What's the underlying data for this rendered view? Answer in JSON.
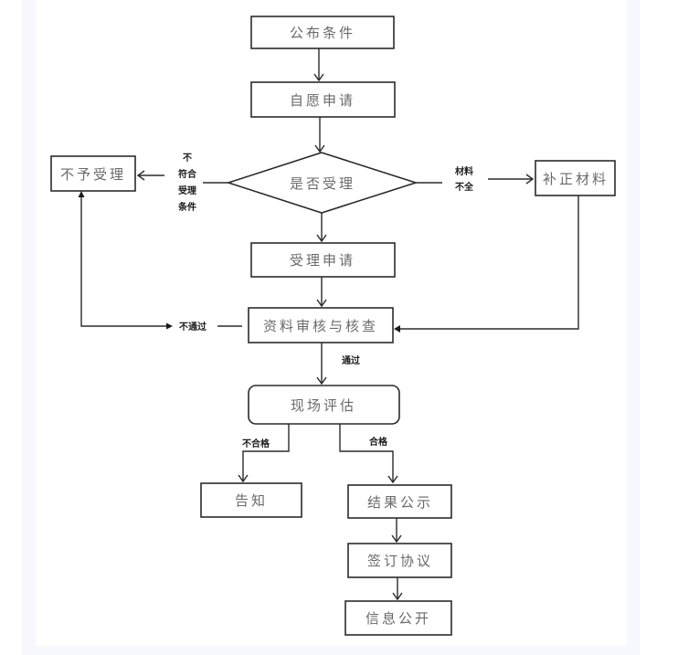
{
  "flowchart": {
    "nodes": [
      {
        "id": "publish",
        "label": "公布条件",
        "shape": "rect"
      },
      {
        "id": "apply",
        "label": "自愿申请",
        "shape": "rect"
      },
      {
        "id": "decide",
        "label": "是否受理",
        "shape": "diamond"
      },
      {
        "id": "reject",
        "label": "不予受理",
        "shape": "rect"
      },
      {
        "id": "supplement",
        "label": "补正材料",
        "shape": "rect"
      },
      {
        "id": "accept",
        "label": "受理申请",
        "shape": "rect"
      },
      {
        "id": "review",
        "label": "资料审核与核查",
        "shape": "rect"
      },
      {
        "id": "assess",
        "label": "现场评估",
        "shape": "rounded-rect"
      },
      {
        "id": "notify",
        "label": "告知",
        "shape": "rect"
      },
      {
        "id": "publicize",
        "label": "结果公示",
        "shape": "rect"
      },
      {
        "id": "sign",
        "label": "签订协议",
        "shape": "rect"
      },
      {
        "id": "disclose",
        "label": "信息公开",
        "shape": "rect"
      }
    ],
    "edges": [
      {
        "from": "publish",
        "to": "apply",
        "label": ""
      },
      {
        "from": "apply",
        "to": "decide",
        "label": ""
      },
      {
        "from": "decide",
        "to": "reject",
        "label_lines": [
          "不",
          "符合",
          "受理",
          "条件"
        ]
      },
      {
        "from": "decide",
        "to": "supplement",
        "label_lines": [
          "材料",
          "不全"
        ]
      },
      {
        "from": "decide",
        "to": "accept",
        "label": ""
      },
      {
        "from": "accept",
        "to": "review",
        "label": ""
      },
      {
        "from": "supplement",
        "to": "review",
        "label": ""
      },
      {
        "from": "review",
        "to": "reject",
        "label": "不通过"
      },
      {
        "from": "review",
        "to": "assess",
        "label": "通过"
      },
      {
        "from": "assess",
        "to": "notify",
        "label": "不合格"
      },
      {
        "from": "assess",
        "to": "publicize",
        "label": "合格"
      },
      {
        "from": "publicize",
        "to": "sign",
        "label": ""
      },
      {
        "from": "sign",
        "to": "disclose",
        "label": ""
      }
    ]
  }
}
